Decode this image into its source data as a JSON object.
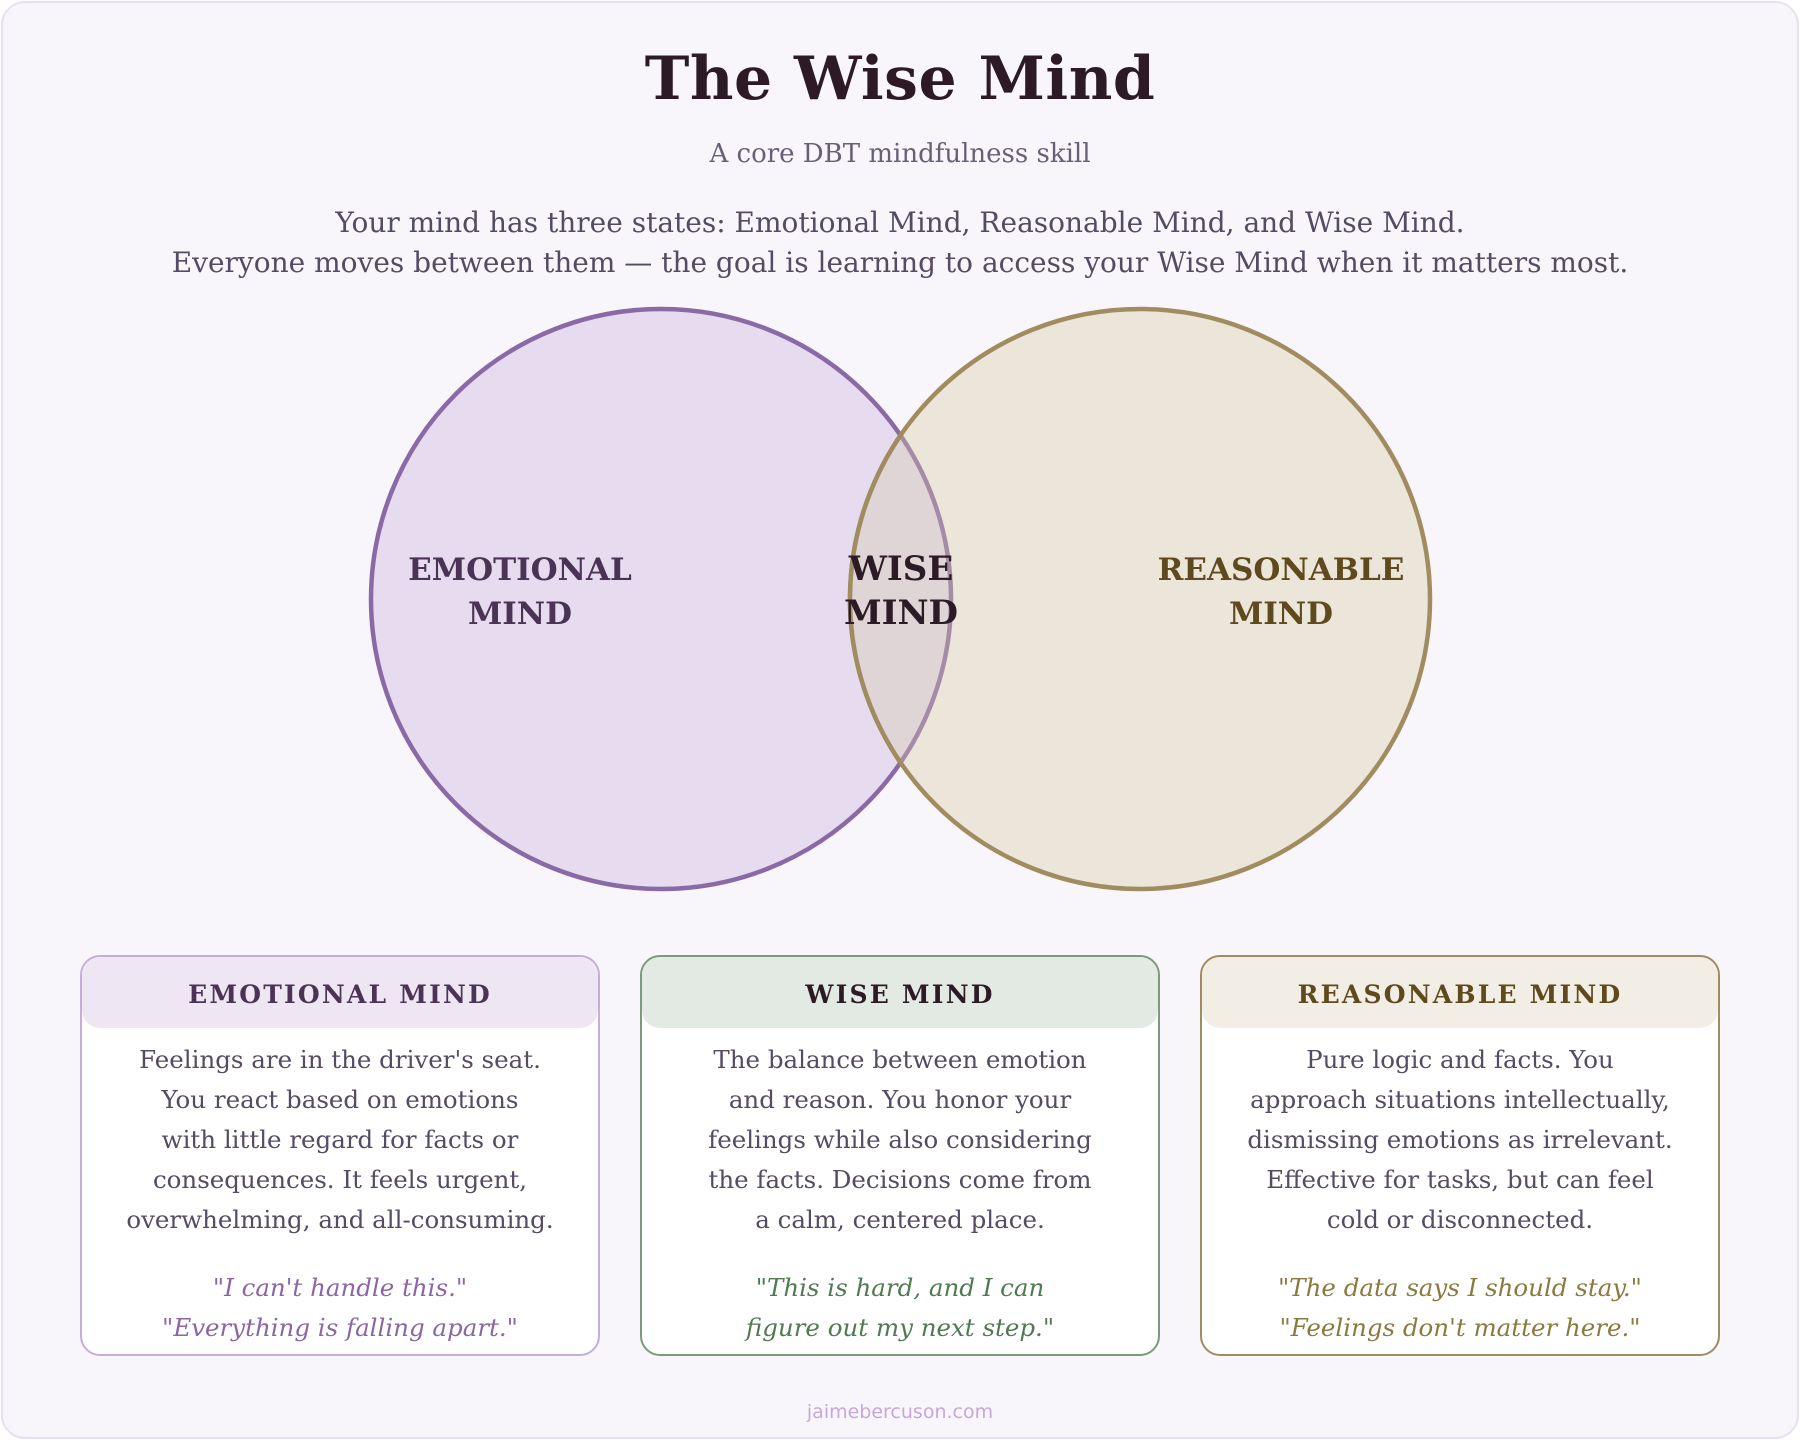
{
  "header": {
    "title": "The Wise Mind",
    "subtitle": "A core DBT mindfulness skill",
    "intro_line1": "Your mind has three states: Emotional Mind, Reasonable Mind, and Wise Mind.",
    "intro_line2": "Everyone moves between them — the goal is learning to access your Wise Mind when it matters most."
  },
  "venn": {
    "emotional": {
      "line1": "EMOTIONAL",
      "line2": "MIND",
      "stroke": "#8a6aa6",
      "fill": "#e6dbef",
      "text_color": "#4a3355"
    },
    "reasonable": {
      "line1": "REASONABLE",
      "line2": "MIND",
      "stroke": "#a08c5e",
      "fill": "#ece5da",
      "text_color": "#5e4a1c"
    },
    "wise": {
      "line1": "WISE",
      "line2": "MIND",
      "fill": "#dfd4d6",
      "text_color": "#2c1a27"
    }
  },
  "cards": {
    "emotional": {
      "title": "EMOTIONAL MIND",
      "body": [
        "Feelings are in the driver's seat.",
        "You react based on emotions",
        "with little regard for facts or",
        "consequences. It feels urgent,",
        "overwhelming, and all-consuming."
      ],
      "quotes": [
        "\"I can't handle this.\"",
        "\"Everything is falling apart.\""
      ]
    },
    "wise": {
      "title": "WISE MIND",
      "body": [
        "The balance between emotion",
        "and reason. You honor your",
        "feelings while also considering",
        "the facts. Decisions come from",
        "a calm, centered place."
      ],
      "quotes": [
        "\"This is hard, and I can",
        "figure out my next step.\""
      ]
    },
    "reasonable": {
      "title": "REASONABLE MIND",
      "body": [
        "Pure logic and facts. You",
        "approach situations intellectually,",
        "dismissing emotions as irrelevant.",
        "Effective for tasks, but can feel",
        "cold or disconnected."
      ],
      "quotes": [
        "\"The data says I should stay.\"",
        "\"Feelings don't matter here.\""
      ]
    }
  },
  "footer": {
    "site": "jaimebercuson.com"
  }
}
